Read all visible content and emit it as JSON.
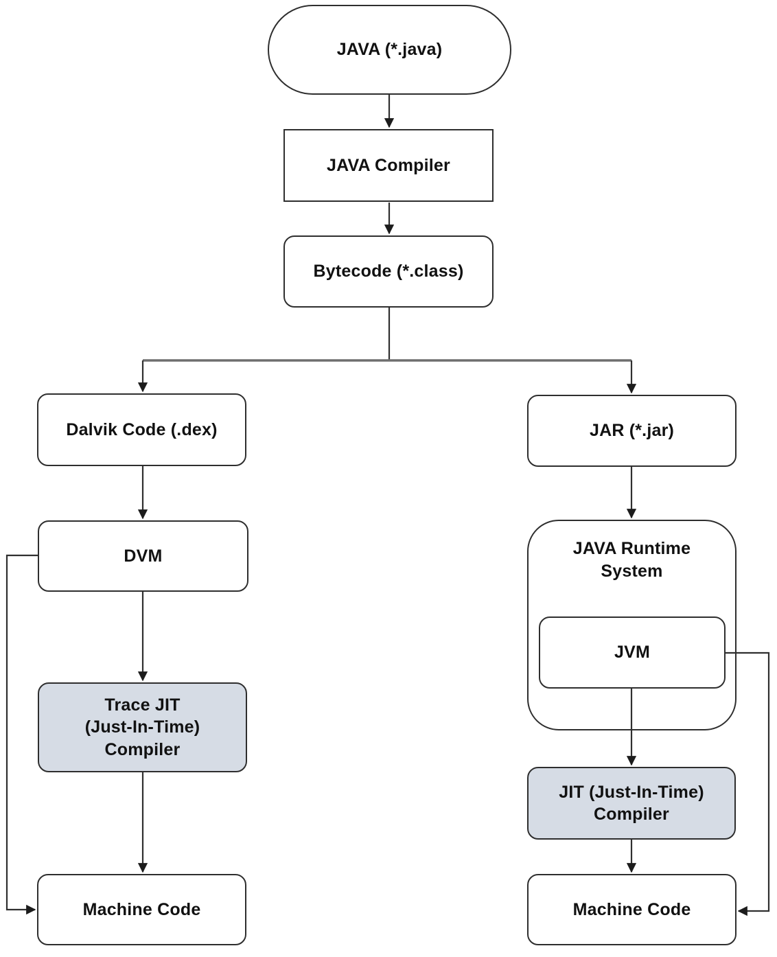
{
  "diagram": {
    "description": "Java compilation flow: source to machine code via DVM (Android) and JVM paths",
    "colors": {
      "background": "#ffffff",
      "node_fill": "#ffffff",
      "highlight_fill": "#d6dce5",
      "node_border": "#2e2e2e",
      "edge": "#2f2f2f",
      "edge_branch": "#6e6e6e",
      "text": "#111111"
    },
    "nodes": {
      "java_source": {
        "label": "JAVA (*.java)",
        "shape": "stadium",
        "fill": "#ffffff"
      },
      "java_compiler": {
        "label": "JAVA Compiler",
        "shape": "rect",
        "fill": "#ffffff"
      },
      "bytecode": {
        "label": "Bytecode (*.class)",
        "shape": "rounded",
        "fill": "#ffffff"
      },
      "dalvik_code": {
        "label": "Dalvik Code (.dex)",
        "shape": "rounded",
        "fill": "#ffffff"
      },
      "dvm": {
        "label": "DVM",
        "shape": "rounded",
        "fill": "#ffffff"
      },
      "trace_jit_compiler": {
        "label": "Trace JIT\n(Just-In-Time)\nCompiler",
        "shape": "rounded",
        "fill": "#d6dce5"
      },
      "machine_code_left": {
        "label": "Machine Code",
        "shape": "rounded",
        "fill": "#ffffff"
      },
      "jar": {
        "label": "JAR (*.jar)",
        "shape": "rounded",
        "fill": "#ffffff"
      },
      "java_runtime_system": {
        "label": "JAVA Runtime\nSystem",
        "shape": "container",
        "fill": "#ffffff"
      },
      "jvm": {
        "label": "JVM",
        "shape": "rounded",
        "fill": "#ffffff"
      },
      "jit_compiler": {
        "label": "JIT (Just-In-Time)\nCompiler",
        "shape": "rounded",
        "fill": "#d6dce5"
      },
      "machine_code_right": {
        "label": "Machine Code",
        "shape": "rounded",
        "fill": "#ffffff"
      }
    },
    "edges": [
      {
        "from": "java_source",
        "to": "java_compiler",
        "arrow": true
      },
      {
        "from": "java_compiler",
        "to": "bytecode",
        "arrow": true
      },
      {
        "from": "bytecode",
        "to": "dalvik_code",
        "arrow": true,
        "route": "branch-left"
      },
      {
        "from": "bytecode",
        "to": "jar",
        "arrow": true,
        "route": "branch-right"
      },
      {
        "from": "dalvik_code",
        "to": "dvm",
        "arrow": true
      },
      {
        "from": "dvm",
        "to": "trace_jit_compiler",
        "arrow": true
      },
      {
        "from": "trace_jit_compiler",
        "to": "machine_code_left",
        "arrow": true
      },
      {
        "from": "dvm",
        "to": "machine_code_left",
        "arrow": true,
        "route": "left-side-loop"
      },
      {
        "from": "jar",
        "to": "java_runtime_system",
        "arrow": true
      },
      {
        "from": "jvm",
        "to": "jit_compiler",
        "arrow": true
      },
      {
        "from": "jit_compiler",
        "to": "machine_code_right",
        "arrow": true
      },
      {
        "from": "jvm",
        "to": "machine_code_right",
        "arrow": true,
        "route": "right-side-loop"
      }
    ]
  }
}
